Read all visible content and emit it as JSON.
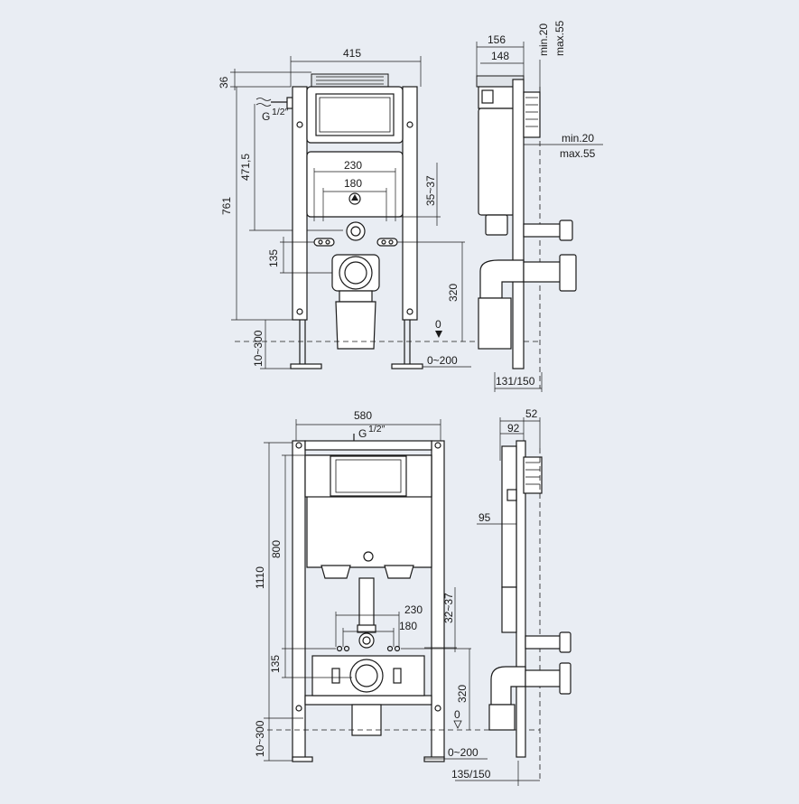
{
  "top_front": {
    "width": "415",
    "top_offset": "36",
    "inlet": "G",
    "inlet_frac": "1/2″",
    "frame_height": "761",
    "inlet_height": "471,5",
    "plate_outer": "230",
    "plate_inner": "180",
    "plate_depth": "35~37",
    "bolt_height": "135",
    "outlet_height": "320",
    "floor_level": "0",
    "foot_adjust": "10~300",
    "floor_adjust": "0~200"
  },
  "top_side": {
    "depth_outer": "156",
    "depth_inner": "148",
    "wall_range_a": "min.20",
    "wall_range_b": "max.55",
    "wall_range_c": "min.20",
    "wall_range_d": "max.55",
    "base_depth": "131/150"
  },
  "bottom_front": {
    "width": "580",
    "inlet": "G",
    "inlet_frac": "1/2″",
    "frame_height": "1110",
    "tank_height": "800",
    "plate_outer": "230",
    "plate_inner": "180",
    "plate_depth": "32~37",
    "bolt_height": "135",
    "outlet_height": "320",
    "floor_level": "0",
    "foot_adjust": "10~300",
    "floor_adjust": "0~200"
  },
  "bottom_side": {
    "depth_a": "92",
    "depth_b": "52",
    "tank_depth": "95",
    "base_depth": "135/150"
  }
}
